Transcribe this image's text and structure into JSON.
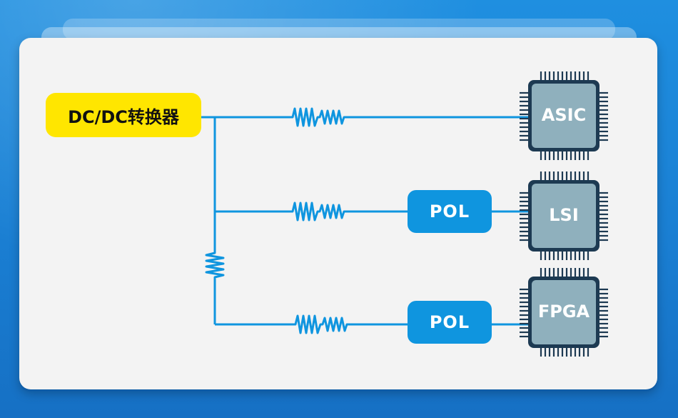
{
  "nodes": {
    "dcdc_converter": "DC/DC转换器",
    "pol_1": "POL",
    "pol_2": "POL",
    "chip_asic": "ASIC",
    "chip_lsi": "LSI",
    "chip_fpga": "FPGA"
  },
  "colors": {
    "background": "#1a7fd3",
    "card": "#f3f3f3",
    "converter_fill": "#ffe600",
    "pol_fill": "#0f95df",
    "wire": "#0f95df",
    "chip_body": "#8fb0bd",
    "chip_pins": "#1d3a52"
  },
  "icons": [
    "resistor-icon",
    "chip-icon"
  ]
}
